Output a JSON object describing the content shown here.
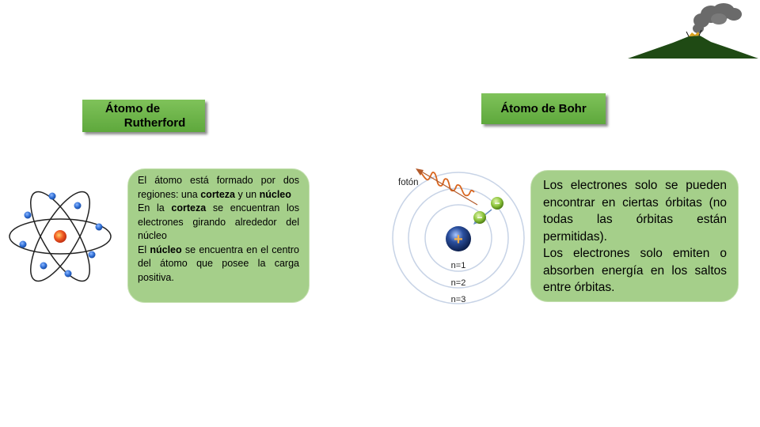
{
  "rutherford": {
    "title_line1": "Átomo de",
    "title_line2": "Rutherford",
    "text": {
      "p1_pre": "El átomo está formado por dos regiones: una ",
      "p1_bold1": "corteza",
      "p1_mid": " y un ",
      "p1_bold2": "núcleo",
      "p2_pre": "En la ",
      "p2_bold": "corteza",
      "p2_post": " se encuentran los electrones girando alrededor del núcleo",
      "p3_pre": "El ",
      "p3_bold": "núcleo",
      "p3_post": " se encuentra en el centro del átomo que posee la carga positiva."
    }
  },
  "bohr": {
    "title": "Átomo de Bohr",
    "photon_label": "fotón",
    "orbit_labels": [
      "n=1",
      "n=2",
      "n=3"
    ],
    "nucleus_symbol": "+",
    "electron_symbol": "−",
    "text": {
      "p1": "Los electrones solo se pueden encontrar en ciertas órbitas (no todas las órbitas están permitidas).",
      "p2": "Los electrones solo emiten o absorben energía en los saltos entre órbitas."
    }
  },
  "colors": {
    "badge_green": "#6bb347",
    "box_green": "#a5cf8a",
    "electron_blue": "#2f6fd6",
    "nucleus_red": "#e8411f",
    "photon_wave": "#d9661f",
    "volcano_green": "#1f4a14"
  }
}
